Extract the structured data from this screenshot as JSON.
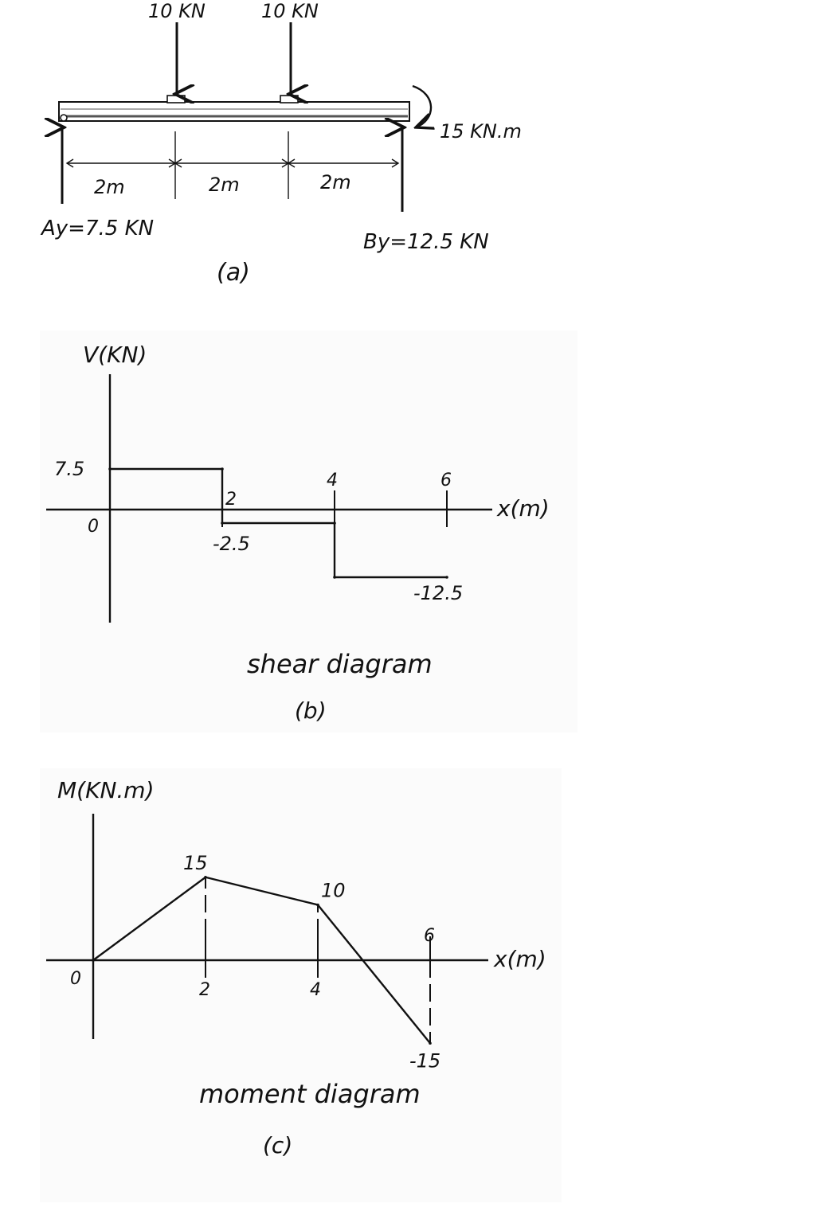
{
  "beam": {
    "load_1_label": "10 KN",
    "load_2_label": "10 KN",
    "moment_label": "15 KN.m",
    "span_1_label": "2m",
    "span_2_label": "2m",
    "span_3_label": "2m",
    "reaction_a_label": "Ay=7.5 KN",
    "reaction_b_label": "By=12.5 KN",
    "figure_label": "(a)"
  },
  "shear": {
    "y_axis_label": "V(KN)",
    "x_axis_label": "x(m)",
    "origin_label": "0",
    "caption": "shear diagram",
    "figure_label": "(b)"
  },
  "moment": {
    "y_axis_label": "M(KN.m)",
    "x_axis_label": "x(m)",
    "origin_label": "0",
    "caption": "moment diagram",
    "figure_label": "(c)"
  },
  "colors": {
    "ink": "#111111",
    "panel_bg": "#fbfbfb",
    "beam_fill": "#bdbdbd"
  },
  "chart_data": [
    {
      "type": "line",
      "name": "shear",
      "x": [
        0,
        2,
        2,
        4,
        4,
        6
      ],
      "y": [
        7.5,
        7.5,
        -2.5,
        -2.5,
        -12.5,
        -12.5
      ],
      "x_ticks": [
        {
          "x": 2,
          "label": "2"
        },
        {
          "x": 4,
          "label": "4"
        },
        {
          "x": 6,
          "label": "6"
        }
      ],
      "value_labels": [
        {
          "x": 0,
          "y": 7.5,
          "label": "7.5"
        },
        {
          "x": 2,
          "y": -2.5,
          "label": "-2.5"
        },
        {
          "x": 6,
          "y": -12.5,
          "label": "-12.5"
        }
      ]
    },
    {
      "type": "line",
      "name": "moment",
      "x": [
        0,
        2,
        4,
        6
      ],
      "y": [
        0,
        15,
        10,
        -15
      ],
      "x_ticks": [
        {
          "x": 2,
          "label": "2"
        },
        {
          "x": 4,
          "label": "4"
        },
        {
          "x": 6,
          "label": "6"
        }
      ],
      "value_labels": [
        {
          "x": 2,
          "y": 15,
          "label": "15"
        },
        {
          "x": 4,
          "y": 10,
          "label": "10"
        },
        {
          "x": 6,
          "y": -15,
          "label": "-15"
        }
      ]
    }
  ]
}
